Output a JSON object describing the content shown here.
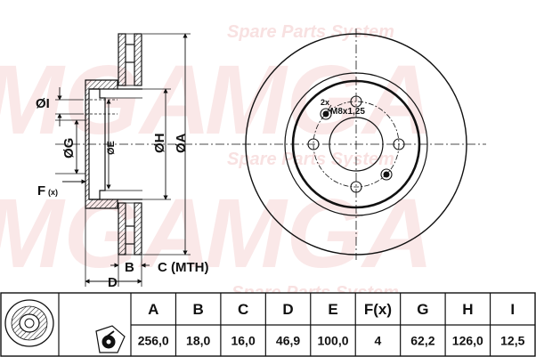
{
  "watermark": {
    "brand": "MGA",
    "tagline": "Spare Parts System",
    "color": "#f3c9c9"
  },
  "side_view": {
    "labels": {
      "I": "ØI",
      "G": "ØG",
      "E": "ØE",
      "H": "ØH",
      "A": "ØA",
      "F": "F",
      "F_sup": "(x)",
      "B": "B",
      "C": "C (MTH)",
      "D": "D"
    }
  },
  "front_view": {
    "thread_count": "2x",
    "thread_spec": "M8x1,25"
  },
  "spec_table": {
    "headers": [
      "A",
      "B",
      "C",
      "D",
      "E",
      "F(x)",
      "G",
      "H",
      "I"
    ],
    "values": [
      "256,0",
      "18,0",
      "16,0",
      "46,9",
      "100,0",
      "4",
      "62,2",
      "126,0",
      "12,5"
    ]
  },
  "colors": {
    "line": "#111111",
    "hatch": "#222222",
    "background": "#ffffff"
  }
}
